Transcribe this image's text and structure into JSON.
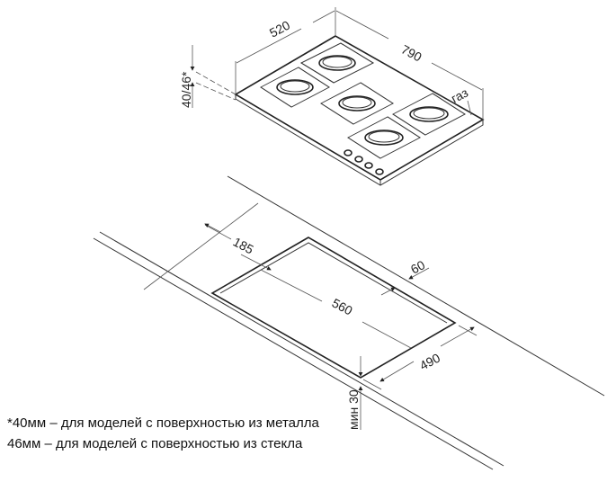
{
  "hob_dimensions": {
    "depth": "520",
    "width": "790",
    "height": "40/46*",
    "gas_label": "газ"
  },
  "cutout_dimensions": {
    "back_offset": "185",
    "side_offset": "60",
    "length": "560",
    "depth": "490",
    "min_front": "мин 30"
  },
  "notes": [
    "*40мм – для моделей с поверхностью из металла",
    "46мм – для моделей с поверхностью из стекла"
  ]
}
